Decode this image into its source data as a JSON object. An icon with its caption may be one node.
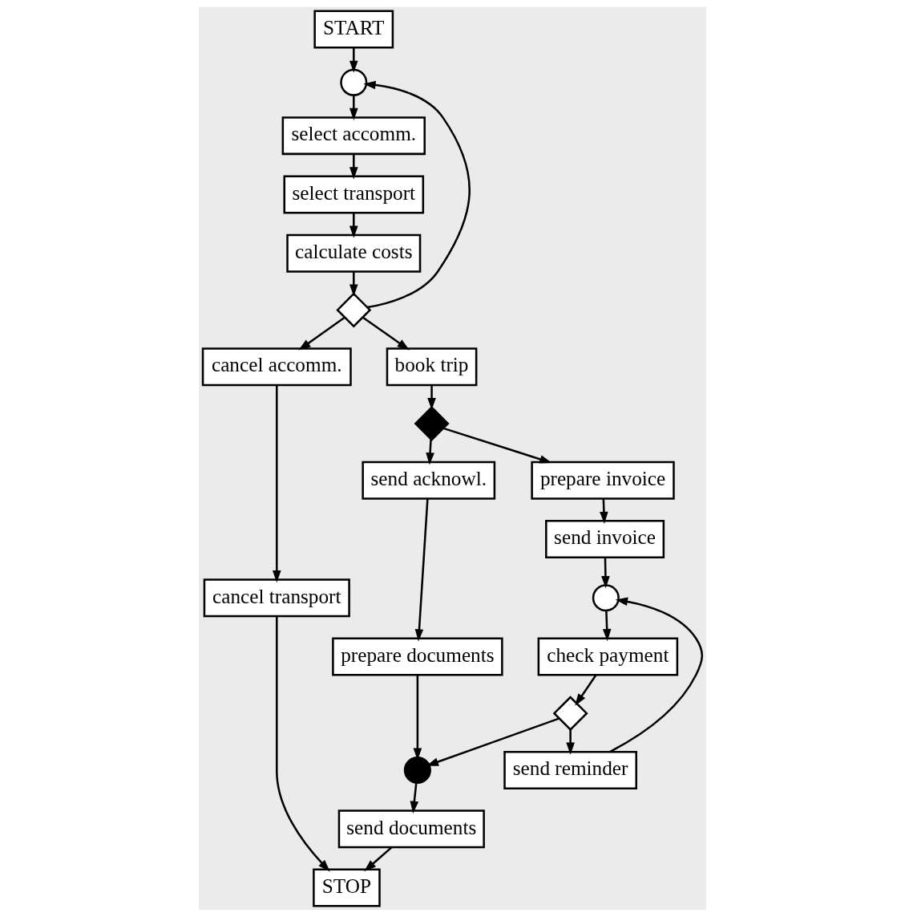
{
  "diagram": {
    "nodes": [
      {
        "text": [
          "START"
        ]
      },
      {
        "text": [],
        "shape": "circle"
      },
      {
        "text": [
          "select accomm."
        ]
      },
      {
        "text": [
          "select transport"
        ]
      },
      {
        "text": [
          "calculate costs"
        ]
      },
      {
        "text": [],
        "shape": "diamond"
      },
      {
        "text": [
          "cancel accomm."
        ]
      },
      {
        "text": [
          "cancel transport"
        ]
      },
      {
        "text": [
          "STOP"
        ]
      },
      {
        "text": [
          "book trip"
        ]
      },
      {
        "text": [],
        "shape": "diamond"
      },
      {
        "text": [
          "send acknowl."
        ]
      },
      {
        "text": [
          "prepare documents"
        ]
      },
      {
        "text": [],
        "shape": "circle"
      },
      {
        "text": [
          "send documents"
        ]
      },
      {
        "text": [
          "prepare invoice"
        ]
      },
      {
        "text": [
          "send invoice"
        ]
      },
      {
        "text": [],
        "shape": "circle"
      },
      {
        "text": [
          "check payment"
        ]
      },
      {
        "text": [],
        "shape": "diamond"
      },
      {
        "text": [
          "send reminder"
        ]
      }
    ],
    "edges": [
      {
        "from": 0,
        "to": 1,
        "arrow": "to"
      },
      {
        "from": 1,
        "to": 2,
        "arrow": "to"
      },
      {
        "from": 2,
        "to": 3,
        "arrow": "to"
      },
      {
        "from": 3,
        "to": 4,
        "arrow": "to"
      },
      {
        "from": 4,
        "to": 5,
        "arrow": "to"
      },
      {
        "from": 5,
        "to": 1,
        "arrow": "to"
      },
      {
        "from": 5,
        "to": 9,
        "arrow": "to"
      },
      {
        "from": 5,
        "to": 6,
        "arrow": "to"
      },
      {
        "from": 6,
        "to": 7,
        "arrow": "to"
      },
      {
        "from": 7,
        "to": 8,
        "arrow": "to"
      },
      {
        "from": 9,
        "to": 10,
        "arrow": "to"
      },
      {
        "from": 10,
        "to": 11,
        "arrow": "to"
      },
      {
        "from": 10,
        "to": 15,
        "arrow": "to"
      },
      {
        "from": 11,
        "to": 12,
        "arrow": "to"
      },
      {
        "from": 12,
        "to": 13,
        "arrow": "to"
      },
      {
        "from": 13,
        "to": 14,
        "arrow": "to"
      },
      {
        "from": 14,
        "to": 8,
        "arrow": "to"
      },
      {
        "from": 15,
        "to": 16,
        "arrow": "to"
      },
      {
        "from": 16,
        "to": 17,
        "arrow": "to"
      },
      {
        "from": 17,
        "to": 18,
        "arrow": "to"
      },
      {
        "from": 18,
        "to": 19,
        "arrow": "to"
      },
      {
        "from": 19,
        "to": 13,
        "arrow": "to"
      },
      {
        "from": 19,
        "to": 20,
        "arrow": "to"
      },
      {
        "from": 20,
        "to": 17,
        "arrow": "to"
      }
    ]
  }
}
